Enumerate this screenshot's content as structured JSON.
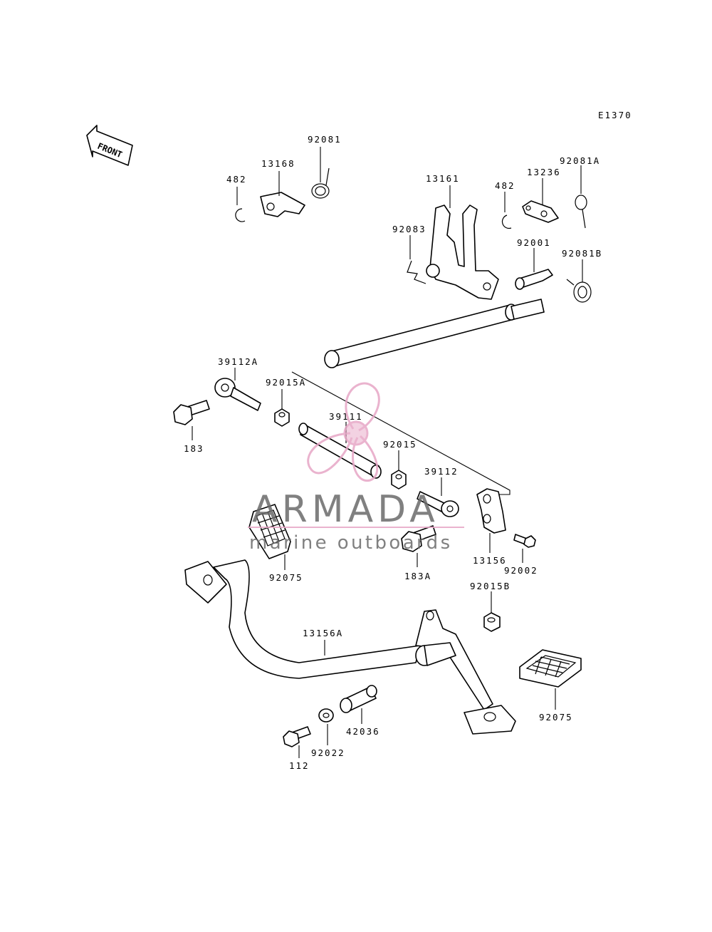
{
  "diagram_code": "E1370",
  "front_label": "FRONT",
  "parts": {
    "p482_left": "482",
    "p13168": "13168",
    "p92081": "92081",
    "p13161": "13161",
    "p482_right": "482",
    "p13236": "13236",
    "p92081A": "92081A",
    "p92083": "92083",
    "p92001": "92001",
    "p92081B": "92081B",
    "p39112A": "39112A",
    "p92015A": "92015A",
    "p183": "183",
    "p39111": "39111",
    "p92015": "92015",
    "p39112": "39112",
    "p92075_left": "92075",
    "p183A": "183A",
    "p13156": "13156",
    "p92002": "92002",
    "p92015B": "92015B",
    "p13156A": "13156A",
    "p92075_right": "92075",
    "p42036": "42036",
    "p92022": "92022",
    "p112": "112"
  },
  "watermark": {
    "brand": "ARMADA",
    "tagline": "marine outboards",
    "color": "#e7a6c6"
  }
}
